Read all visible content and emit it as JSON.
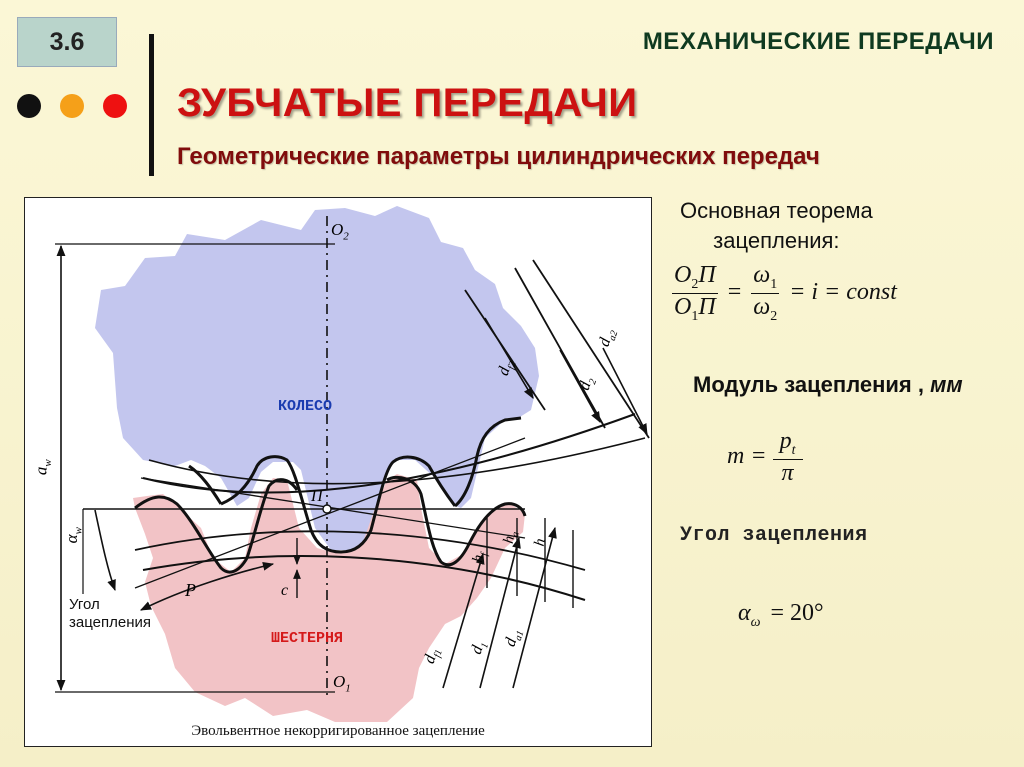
{
  "header": {
    "slide_number": "3.6",
    "section_title": "МЕХАНИЧЕСКИЕ ПЕРЕДАЧИ",
    "main_title": "ЗУБЧАТЫЕ ПЕРЕДАЧИ",
    "subtitle": "Геометрические параметры цилиндрических передач",
    "dots": [
      "#111111",
      "#f5a019",
      "#ee1111"
    ]
  },
  "diagram": {
    "caption": "Эвольвентное некорригированное зацепление",
    "wheel_label": "КОЛЕСО",
    "pinion_label": "ШЕСТЕРНЯ",
    "mesh_angle_label": [
      "Угол",
      "зацепления"
    ],
    "colors": {
      "wheel": "#c3c6ee",
      "pinion": "#f2c3c6"
    },
    "labels": {
      "o2": "O",
      "o2_sub": "2",
      "o1": "O",
      "o1_sub": "1",
      "pole": "П",
      "aw": "a",
      "aw_sub": "w",
      "alpha": "α",
      "alpha_sub": "w",
      "p": "P",
      "c": "c",
      "df2": "d",
      "df2_sub": "f2",
      "d2": "d",
      "d2_sub": "2",
      "da2": "d",
      "da2_sub": "a2",
      "df1": "d",
      "df1_sub": "f1",
      "d1": "d",
      "d1_sub": "1",
      "da1": "d",
      "da1_sub": "a1",
      "hf": "h",
      "hf_sub": "f",
      "ha": "h",
      "ha_sub": "a",
      "h": "h"
    }
  },
  "theorem": {
    "title_line1": "Основная теорема",
    "title_line2": "зацепления:",
    "num_a": "O",
    "num_a_sub": "2",
    "num_a_rest": "П",
    "den_a": "O",
    "den_a_sub": "1",
    "den_a_rest": "П",
    "eq1": "=",
    "num_b": "ω",
    "num_b_sub": "1",
    "den_b": "ω",
    "den_b_sub": "2",
    "rest": "= i = const"
  },
  "module": {
    "title": "Модуль зацепления ,",
    "unit": "мм",
    "lhs": "m =",
    "num": "p",
    "num_sub": "t",
    "den": "π"
  },
  "angle": {
    "title": "Угол зацепления",
    "symbol": "α",
    "symbol_sub": "ω",
    "value": "= 20°"
  }
}
